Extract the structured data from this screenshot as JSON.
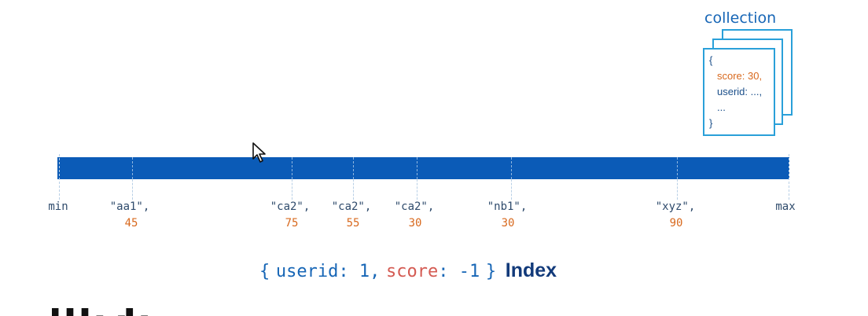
{
  "collection": {
    "title": "collection",
    "document_lines": {
      "open": "{",
      "score_key": "score:",
      "score_value": "30,",
      "userid_line": "userid: ...,",
      "ellipsis": "...",
      "close": "}"
    }
  },
  "index_bar": {
    "min_label": "min",
    "max_label": "max",
    "entries": [
      {
        "key": "\"aa1\",",
        "score": "45"
      },
      {
        "key": "\"ca2\",",
        "score": "75"
      },
      {
        "key": "\"ca2\",",
        "score": "55"
      },
      {
        "key": "\"ca2\",",
        "score": "30"
      },
      {
        "key": "\"nb1\",",
        "score": "30"
      },
      {
        "key": "\"xyz\",",
        "score": "90"
      }
    ]
  },
  "caption": {
    "open_brace": "{",
    "userid_key": "userid",
    "userid_rest": ": 1,",
    "score_key": "score",
    "score_rest": ": -1",
    "close_brace": "}",
    "index_word": "Index"
  },
  "colors": {
    "bar": "#0b5bb7",
    "score_accent": "#d8691e",
    "card_border": "#2aa0d9",
    "index_word": "#123a7a"
  },
  "icons": {
    "cursor": "mouse-pointer-icon"
  }
}
